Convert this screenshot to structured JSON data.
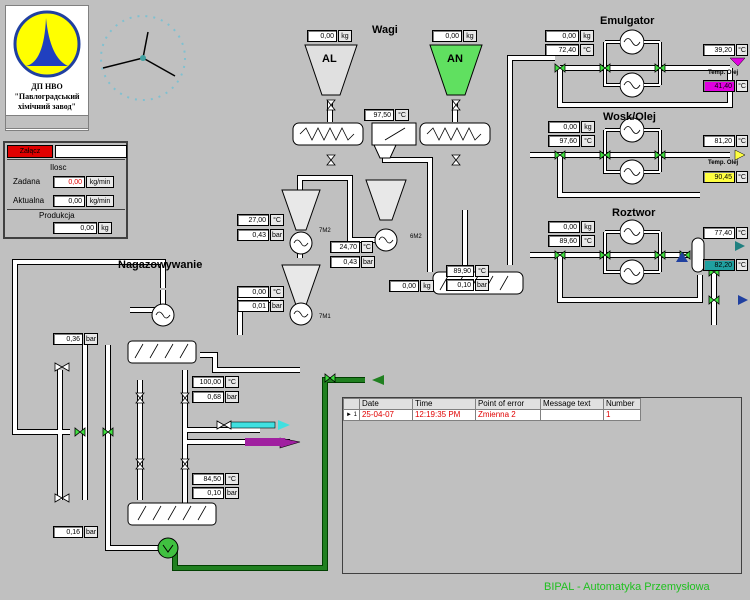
{
  "logo": {
    "line1": "ДП НВО",
    "line2": "\"Павлоградський",
    "line3": "хімічний завод\""
  },
  "section_titles": {
    "wagi": "Wagi",
    "emulgator": "Emulgator",
    "wosk_olej": "Wosk/Olej",
    "roztwor": "Roztwor",
    "nagazowywanie": "Nagazowywanie"
  },
  "hoppers": {
    "al": "AL",
    "an": "AN"
  },
  "units": {
    "kg": "kg",
    "c": "°C",
    "bar": "bar",
    "kgmin": "kg/min"
  },
  "control": {
    "button": "Załącz",
    "ilosc": "Ilosc",
    "zadana_label": "Zadana",
    "zadana_value": "0,00",
    "aktualna_label": "Aktualna",
    "aktualna_value": "0,00",
    "produkcja_label": "Produkcja",
    "produkcja_value": "0,00"
  },
  "wagi": {
    "al_weight": "0,00",
    "an_weight": "0,00",
    "temp": "97,50"
  },
  "emulgator": {
    "weight": "0,00",
    "temp": "72,40",
    "out_temp": "39,20",
    "olej_label": "Temp. Olej",
    "olej_temp": "41,40"
  },
  "wosk": {
    "weight": "0,00",
    "temp": "97,60",
    "out_temp": "81,20",
    "olej_label": "Temp. Olej",
    "olej_temp": "90,45"
  },
  "roztwor": {
    "weight": "0,00",
    "temp": "89,60",
    "out_temp": "77,40",
    "olej_temp": "82,20"
  },
  "m2": {
    "tag": "7M2",
    "temp": "27,00",
    "pressure": "0,43"
  },
  "m3": {
    "tag": "6M2",
    "temp": "24,70",
    "pressure": "0,43"
  },
  "m1": {
    "tag": "7M1",
    "temp": "0,00",
    "pressure": "0,01"
  },
  "mixer": {
    "temp": "89,90",
    "pressure": "0,10"
  },
  "center_weight": "0,00",
  "nagaz": {
    "p1": "0,36",
    "t1": "100,00",
    "p2": "0,68",
    "t2": "84,50",
    "p3": "0,10",
    "p4": "0,16"
  },
  "errors": {
    "headers": [
      "Date",
      "Time",
      "Point of error",
      "Message text",
      "Number"
    ],
    "rows": [
      {
        "marker": "► 1",
        "date": "25-04-07",
        "time": "12:19:35 PM",
        "point": "Zmienna 2",
        "message": "",
        "number": "1"
      }
    ]
  },
  "footer": "BIPAL - Automatyka Przemysłowa",
  "colors": {
    "bg": "#c0c0c0",
    "green_valve": "#40e040",
    "an_green": "#60e060",
    "magenta": "#e000e0",
    "yellow": "#ffff40",
    "teal": "#20a0a0",
    "pipe_green": "#208020",
    "red_text": "#e00000"
  }
}
